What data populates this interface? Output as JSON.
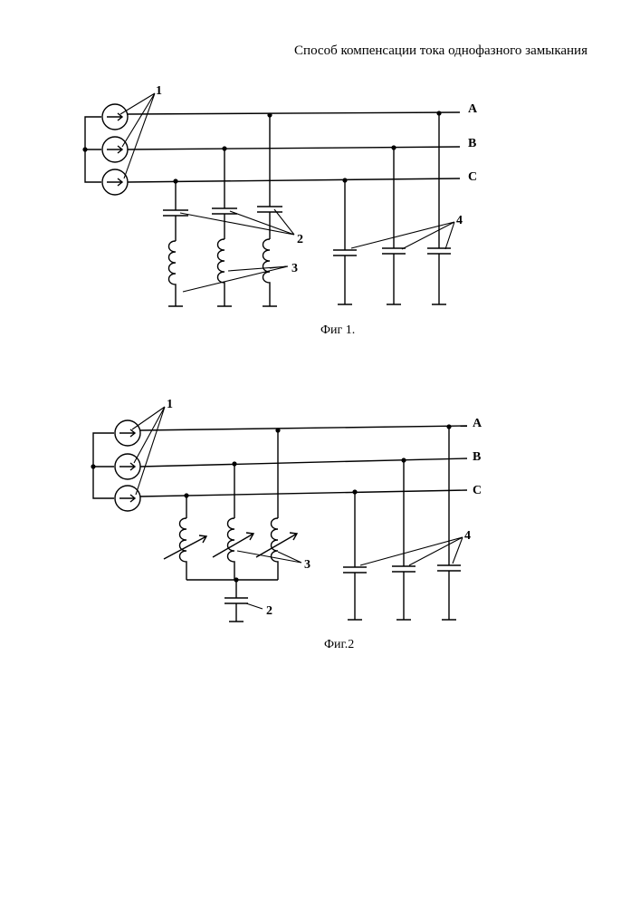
{
  "header": {
    "title": "Способ компенсации тока однофазного замыкания"
  },
  "fig1": {
    "caption": "Фиг 1.",
    "phases": [
      "A",
      "B",
      "C"
    ],
    "callouts": [
      "1",
      "2",
      "3",
      "4"
    ]
  },
  "fig2": {
    "caption": "Фиг.2",
    "phases": [
      "A",
      "B",
      "C"
    ],
    "callouts": [
      "1",
      "2",
      "3",
      "4"
    ]
  }
}
